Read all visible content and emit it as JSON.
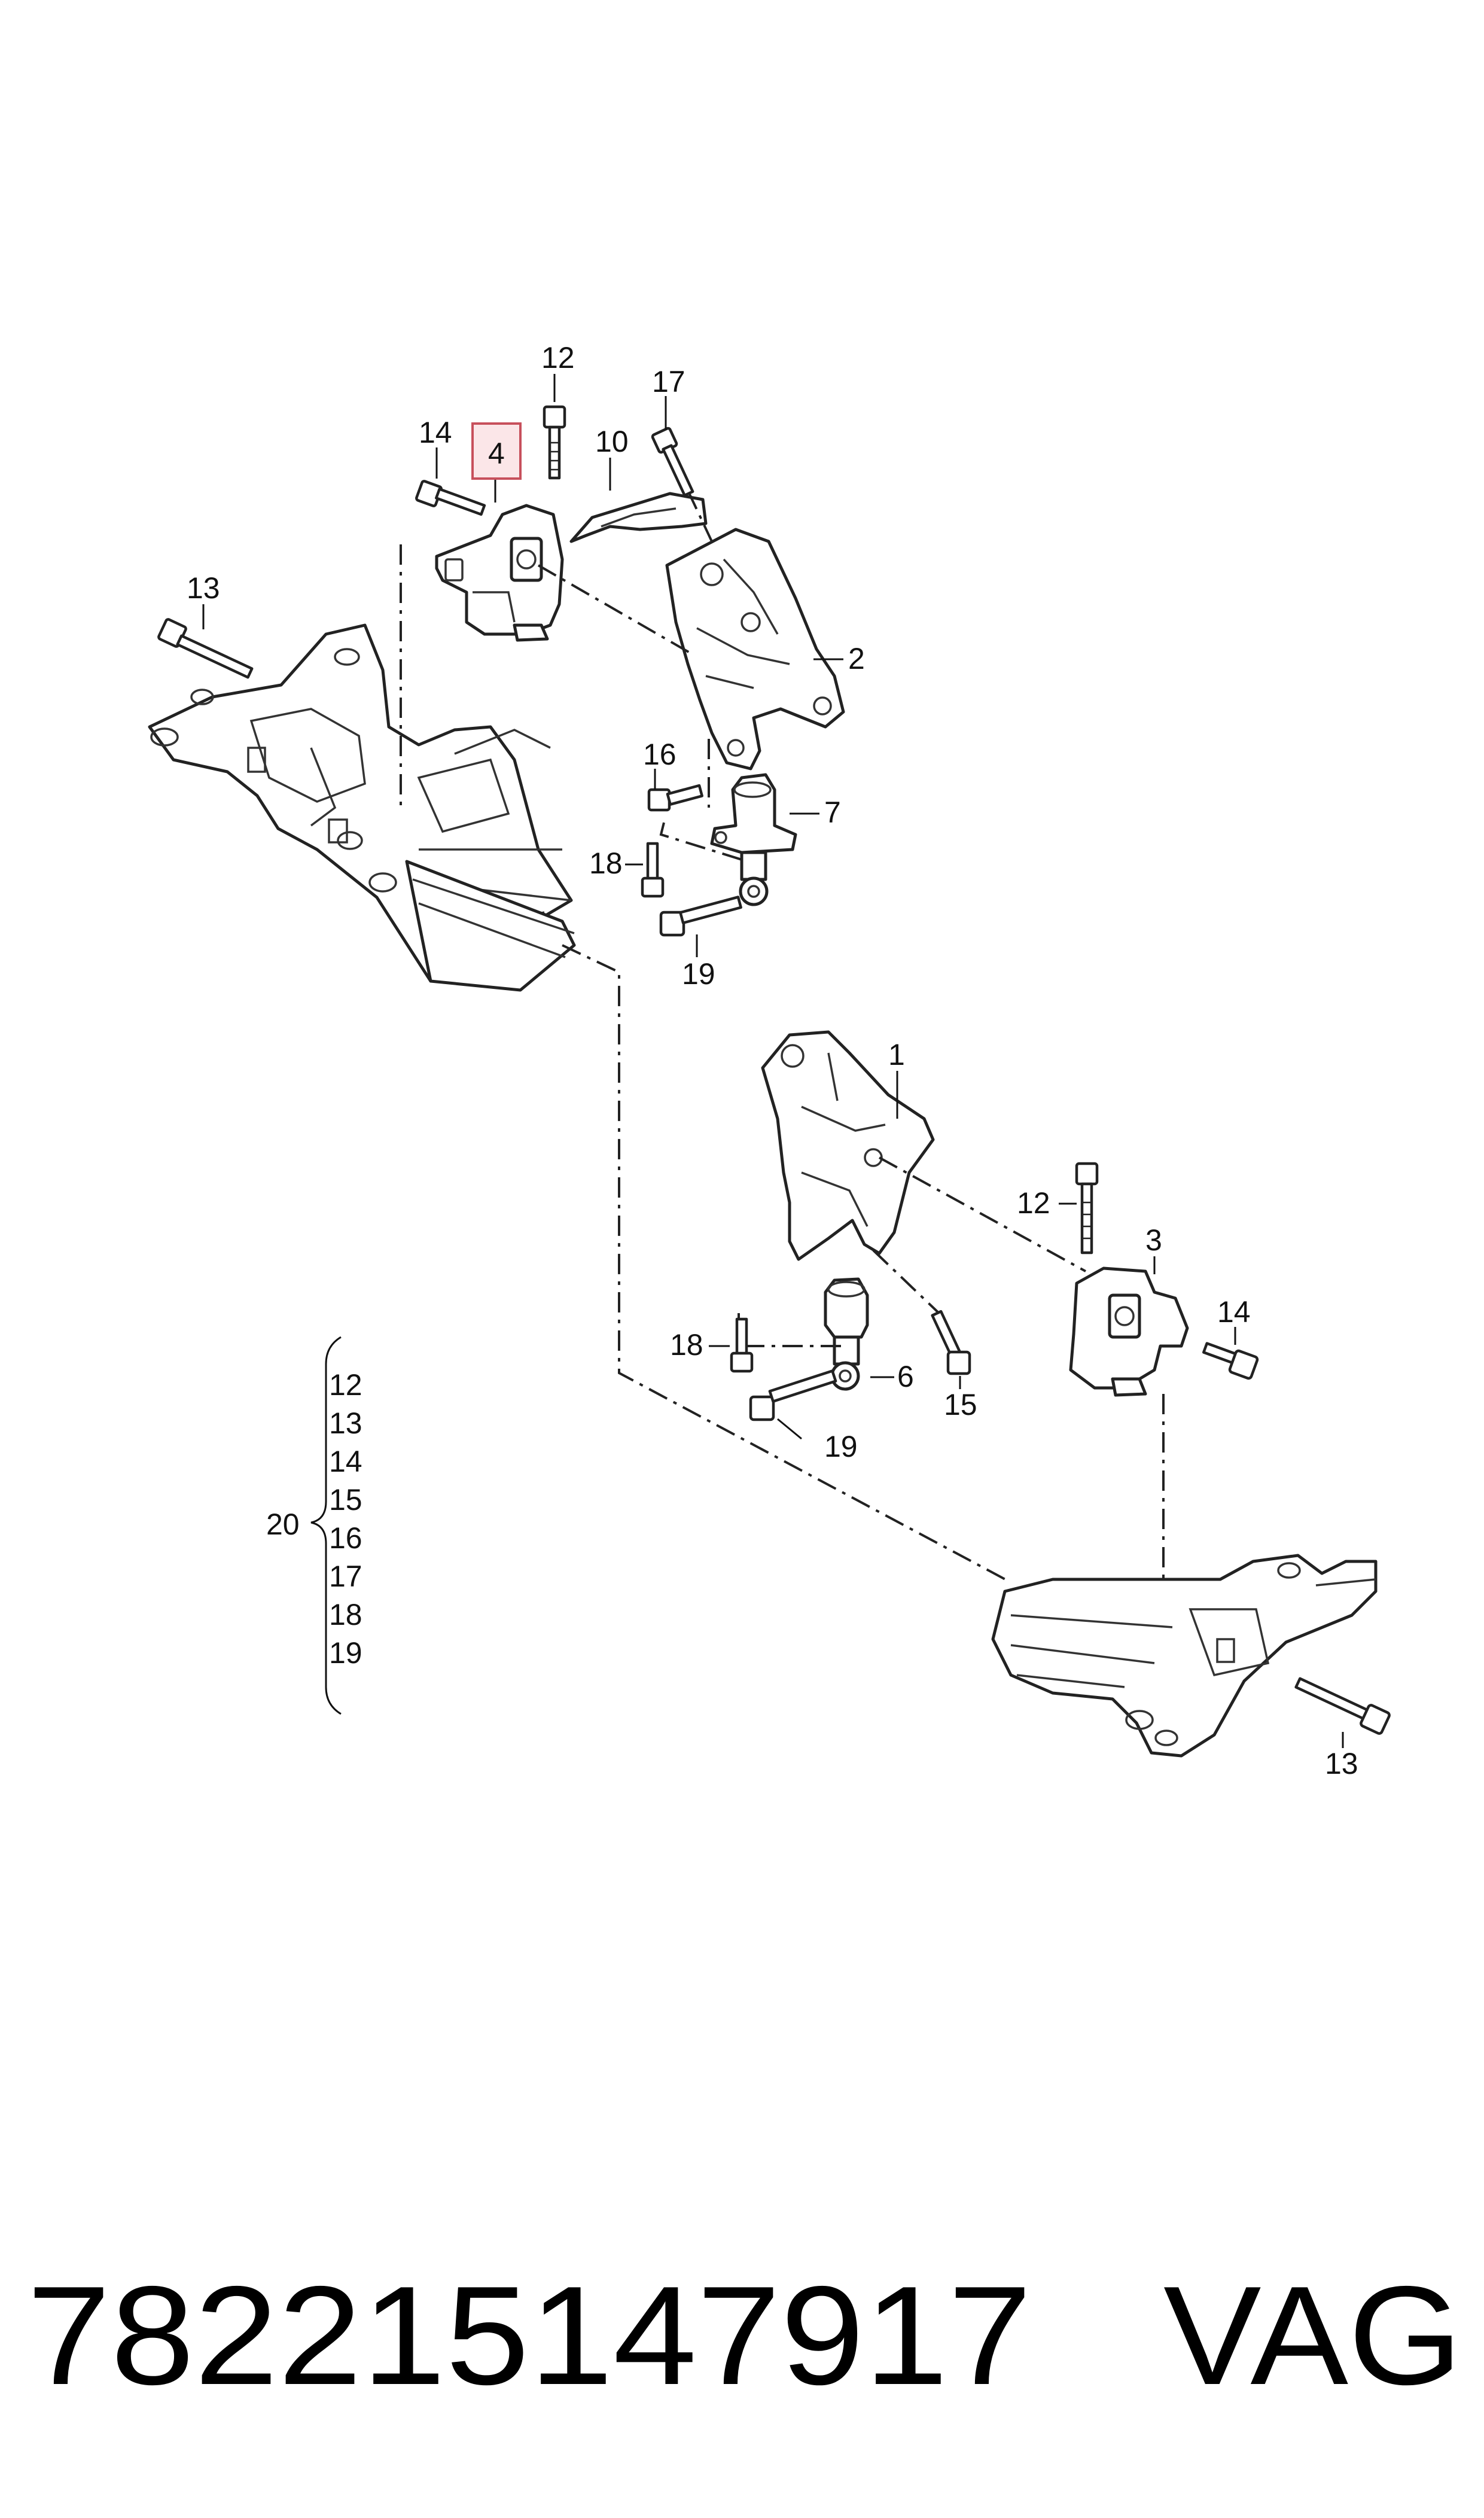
{
  "callouts": {
    "c1": "1",
    "c2": "2",
    "c3": "3",
    "c4": "4",
    "c6": "6",
    "c7": "7",
    "c10": "10",
    "c12a": "12",
    "c12b": "12",
    "c13a": "13",
    "c13b": "13",
    "c14a": "14",
    "c14b": "14",
    "c15": "15",
    "c16": "16",
    "c17": "17",
    "c18a": "18",
    "c18b": "18",
    "c19a": "19",
    "c19b": "19"
  },
  "kit": {
    "label": "20",
    "items": [
      "12",
      "13",
      "14",
      "15",
      "16",
      "17",
      "18",
      "19"
    ]
  },
  "highlight": {
    "part": "4",
    "color": "#c7505c"
  },
  "footer": {
    "part_number": "782215147917",
    "brand": "VAG"
  }
}
